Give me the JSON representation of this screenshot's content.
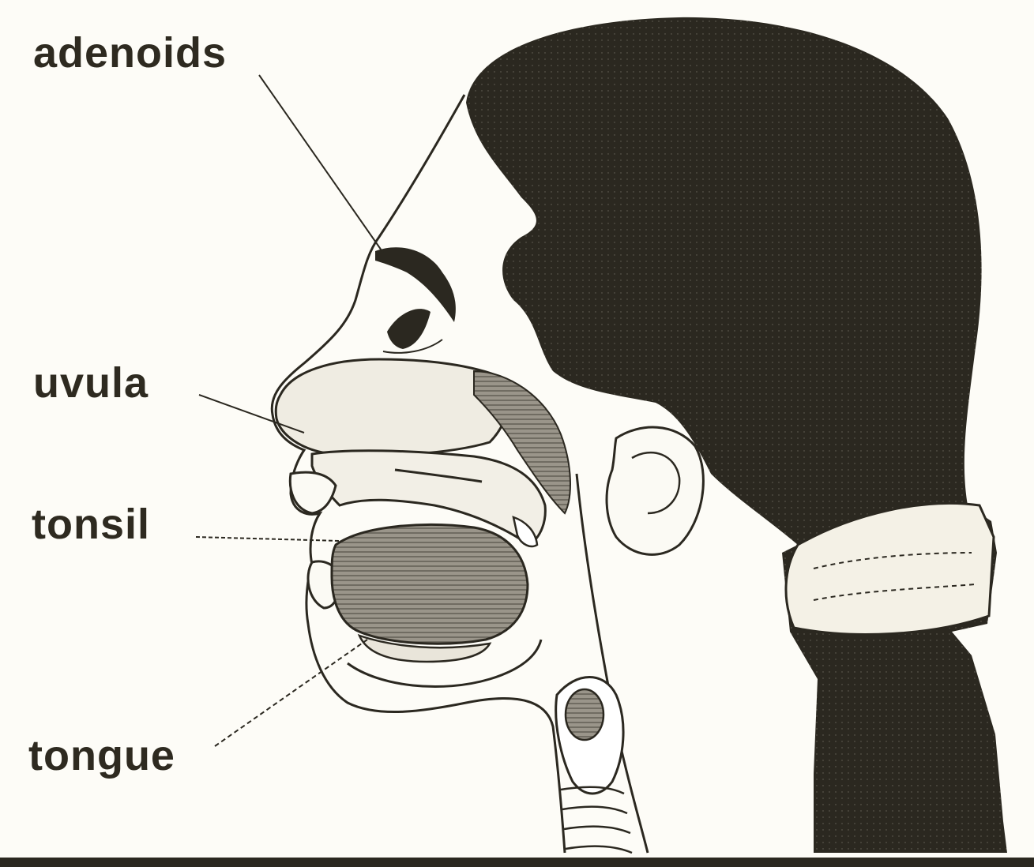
{
  "labels": {
    "adenoids": "adenoids",
    "uvula": "uvula",
    "tonsil": "tonsil",
    "tongue": "tongue"
  },
  "colors": {
    "ink": "#2e2a20",
    "hair": "#2b2820",
    "paper": "#fdfcf7",
    "shade_light": "#e8e4d8",
    "shade_dark": "#7d786c"
  }
}
